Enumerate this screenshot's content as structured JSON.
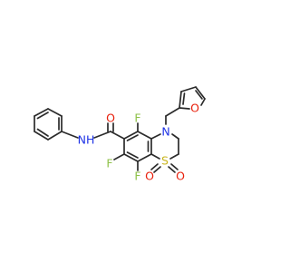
{
  "colors": {
    "bond": "#2b2b2b",
    "carbon": "#2b2b2b",
    "nitrogen": "#1f33e6",
    "oxygen": "#e8200c",
    "fluorine": "#8fc24a",
    "sulfur": "#c9b51c",
    "hydrogen": "#1f33e6"
  },
  "atoms": {
    "F_top": "F",
    "F_left": "F",
    "F_bottom": "F",
    "O_amide": "O",
    "NH_amide": "NH",
    "N_ring": "N",
    "S_ring": "S",
    "O_sulfonyl_left": "O",
    "O_sulfonyl_right": "O",
    "O_furan": "O"
  }
}
